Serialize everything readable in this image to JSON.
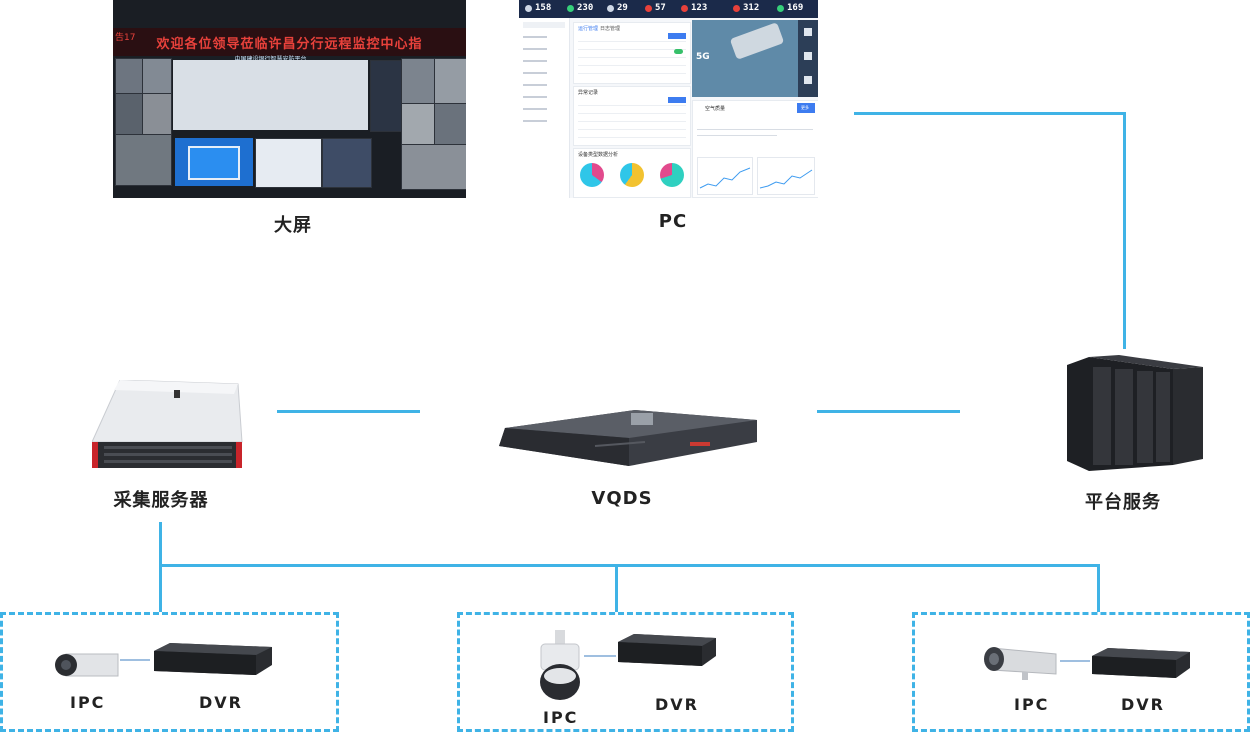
{
  "labels": {
    "bigscreen": "大屏",
    "pc": "PC",
    "collector": "采集服务器",
    "vqds": "VQDS",
    "platform": "平台服务",
    "ipc": "IPC",
    "dvr": "DVR"
  },
  "bigscreen": {
    "banner": "欢迎各位领导莅临许昌分行远程监控中心指",
    "corner": "告17",
    "platform_title": "中国建设银行智慧安防平台"
  },
  "pc": {
    "stats": [
      "158",
      "230",
      "29",
      "57",
      "123",
      "312",
      "169"
    ],
    "tabs": [
      "运行管理",
      "日志管理"
    ],
    "section_alarm": "异常记录",
    "section_stats": "设备类型数据分析",
    "air_panel_title": "空气质量",
    "air_panel_btn": "更多",
    "badge_5g": "5G"
  },
  "colors": {
    "link": "#3fb3e6",
    "banner_text": "#e8413b"
  }
}
